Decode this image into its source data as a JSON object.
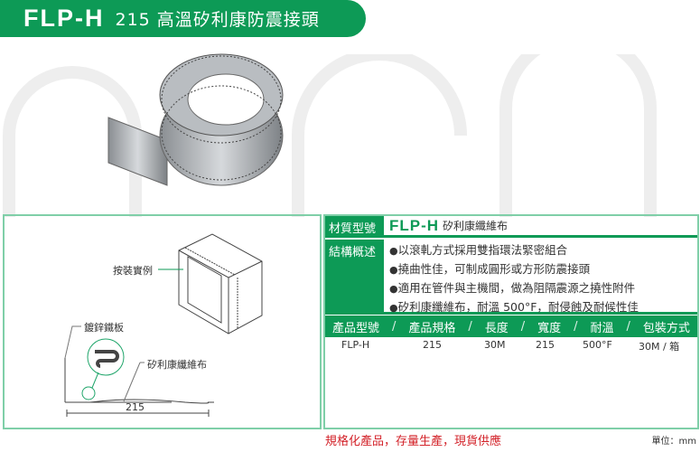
{
  "title": {
    "code": "FLP-H",
    "name": "215 高溫矽利康防震接頭"
  },
  "diagram": {
    "install_label": "按裝實例",
    "plate_label": "鍍鋅鐵板",
    "fabric_label": "矽利康纖維布",
    "width_label": "215"
  },
  "spec": {
    "material_label": "材質型號",
    "material_code": "FLP-H",
    "material_name": "矽利康纖維布",
    "structure_label": "結構概述",
    "structure_items": [
      "以滾軋方式採用雙指環法緊密組合",
      "撓曲性佳，可制成圓形或方形防震接頭",
      "適用在管件與主機間，做為阻隔震源之撓性附件",
      "矽利康纖維布，耐溫 500°F，耐侵蝕及耐候性佳"
    ],
    "columns": [
      "產品型號",
      "產品規格",
      "長度",
      "寬度",
      "耐溫",
      "包裝方式"
    ],
    "separator": "/",
    "rows": [
      [
        "FLP-H",
        "215",
        "30M",
        "215",
        "500°F",
        "30M / 箱"
      ]
    ]
  },
  "footer": {
    "note": "規格化產品，存量生產，現貨供應",
    "unit": "單位：mm"
  },
  "colors": {
    "brand": "#0d9a56",
    "note": "#d3232a"
  }
}
